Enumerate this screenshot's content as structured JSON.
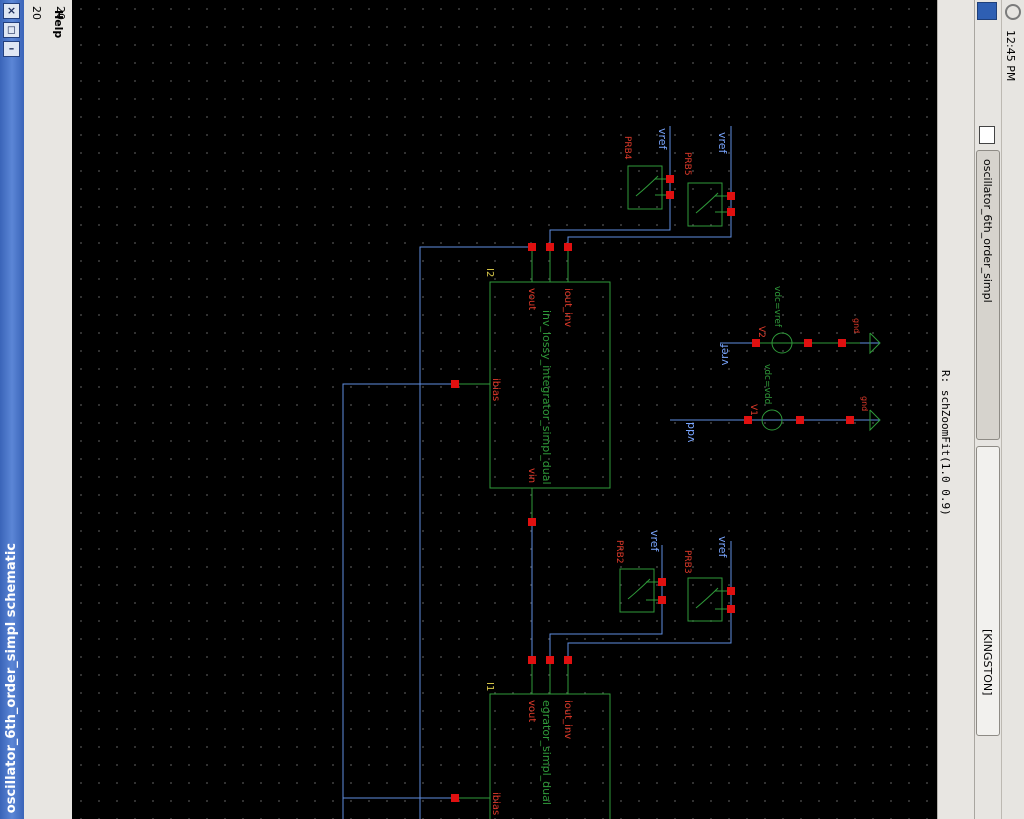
{
  "window": {
    "title": "oscillator_6th_order_simpl schematic",
    "controls": [
      "×",
      "◻",
      "–"
    ]
  },
  "menu": {
    "help_label": "Help",
    "number_label": "20"
  },
  "status": {
    "command_text": "R: schZoomFit(1.0 0.9)"
  },
  "taskbar": {
    "task_label": "oscillator_6th_order_simpl",
    "drive_label": "[KINGSTON]",
    "clock": "12:45 PM"
  },
  "schematic": {
    "instance_upper": {
      "id": "I2",
      "cell": "inv_lossy_integrator_simpl_dual",
      "pins": [
        "vout",
        "iout_inv",
        "ibias",
        "vin"
      ]
    },
    "instance_lower": {
      "id": "I1",
      "cell": "egrator_simpl_dual",
      "pins": [
        "vout",
        "iout_inv",
        "ibias"
      ]
    },
    "probes": [
      "PRB4",
      "PRB5",
      "PRB2",
      "PRB3"
    ],
    "nets": [
      "vref",
      "vref",
      "vref",
      "vref",
      "vref",
      "vdd"
    ],
    "sources": [
      {
        "id": "V2",
        "param": "vdc=vref",
        "gnd": "gnd"
      },
      {
        "id": "V1",
        "param": "vdc=vdd",
        "gnd": "gnd"
      }
    ]
  },
  "colors": {
    "wire": "#5f8ee0",
    "instance": "#2f9a3a",
    "pin": "#e01010",
    "label": "#e23b2b",
    "netlabel": "#7aa6ff"
  }
}
